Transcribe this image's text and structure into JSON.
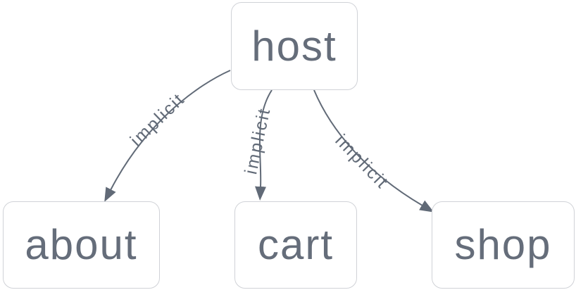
{
  "graph": {
    "nodes": [
      {
        "id": "host",
        "label": "host"
      },
      {
        "id": "about",
        "label": "about"
      },
      {
        "id": "cart",
        "label": "cart"
      },
      {
        "id": "shop",
        "label": "shop"
      }
    ],
    "edges": [
      {
        "source": "host",
        "target": "about",
        "label": "implicit"
      },
      {
        "source": "host",
        "target": "cart",
        "label": "implicit"
      },
      {
        "source": "host",
        "target": "shop",
        "label": "implicit"
      }
    ]
  },
  "colors": {
    "canvas-bg": "#ffffff",
    "node-bg": "#ffffff",
    "node-border": "#d0d2d7",
    "node-text": "#656d7a",
    "edge": "#616a77",
    "edge-label": "#616a77"
  }
}
